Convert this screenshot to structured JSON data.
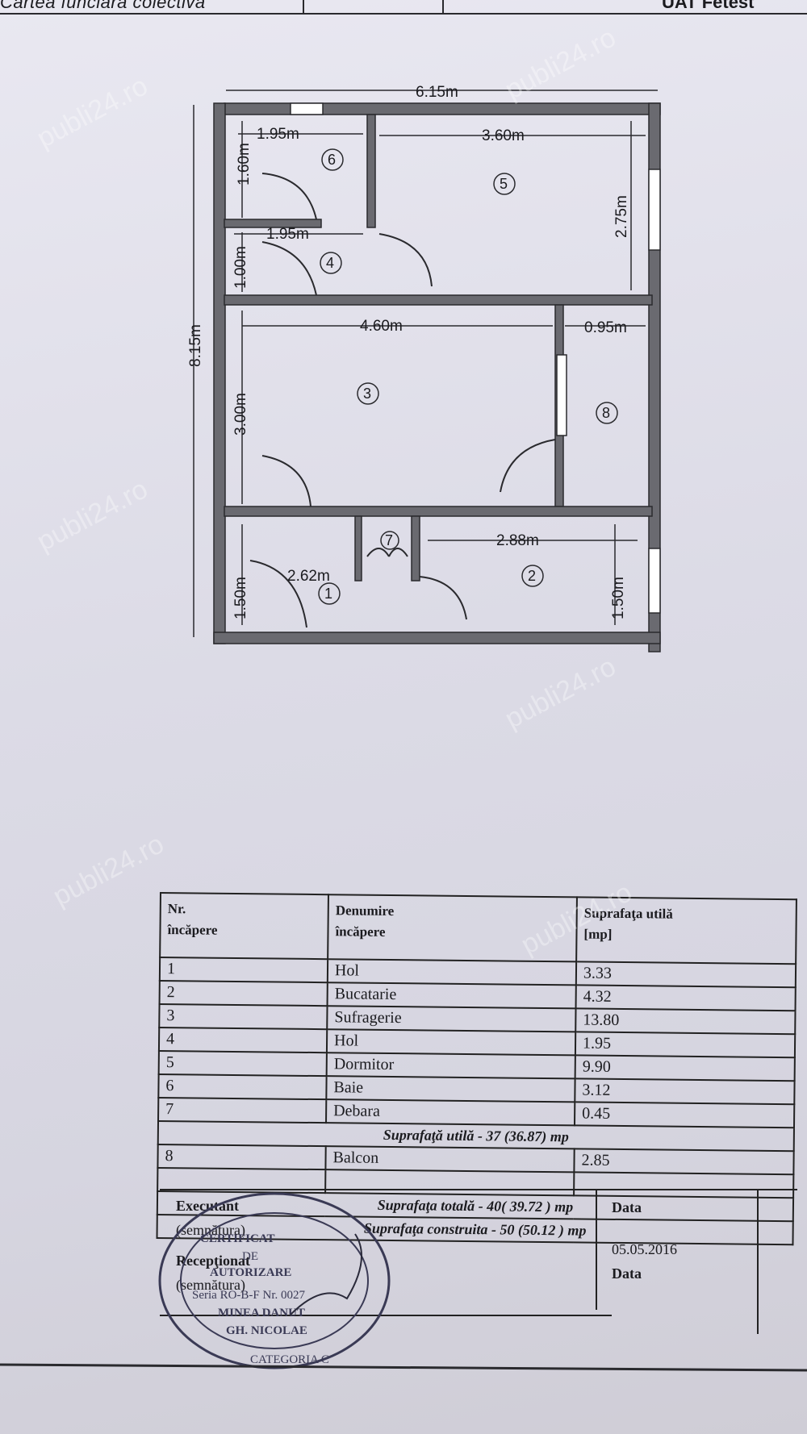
{
  "header": {
    "left_text": "Cartea funciara colectiva",
    "right_text": "UAT Fetest"
  },
  "plan": {
    "dimensions": {
      "total_width": "6.15m",
      "total_height": "8.15m",
      "room6_width": "1.95m",
      "room6_height": "1.60m",
      "room5_width": "3.60m",
      "room5_height": "2.75m",
      "room4_width": "1.95m",
      "room4_height": "1.00m",
      "room3_width": "4.60m",
      "room3_height": "3.00m",
      "room8_width": "0.95m",
      "room1_width": "2.62m",
      "room1_height": "1.50m",
      "room2_width": "2.88m",
      "room2_height": "1.50m"
    },
    "room_numbers": [
      "1",
      "2",
      "3",
      "4",
      "5",
      "6",
      "7",
      "8"
    ]
  },
  "table": {
    "headers": {
      "nr": [
        "Nr.",
        "încăpere"
      ],
      "name": [
        "Denumire",
        "încăpere"
      ],
      "area": [
        "Suprafaţa utilă",
        "[mp]"
      ]
    },
    "rows": [
      {
        "nr": "1",
        "name": "Hol",
        "area": "3.33"
      },
      {
        "nr": "2",
        "name": "Bucatarie",
        "area": "4.32"
      },
      {
        "nr": "3",
        "name": "Sufragerie",
        "area": "13.80"
      },
      {
        "nr": "4",
        "name": "Hol",
        "area": "1.95"
      },
      {
        "nr": "5",
        "name": "Dormitor",
        "area": "9.90"
      },
      {
        "nr": "6",
        "name": "Baie",
        "area": "3.12"
      },
      {
        "nr": "7",
        "name": "Debara",
        "area": "0.45"
      }
    ],
    "suprafata_utila": "Suprafaţă utilă - 37 (36.87) mp",
    "balcon_row": {
      "nr": "8",
      "name": "Balcon",
      "area": "2.85"
    },
    "suprafata_totala": "Suprafaţa totală - 40( 39.72 ) mp",
    "suprafata_construita": "Suprafaţa construita - 50 (50.12 ) mp"
  },
  "signatures": {
    "executant": "Executant",
    "executant_sub": "(semnătura)",
    "receptionat": "Recepţionat",
    "receptionat_sub": "(semnătura)",
    "data_label1": "Data",
    "data_value1": "05.05.2016",
    "data_label2": "Data"
  },
  "stamp": {
    "lines": [
      "CERTIFICAT",
      "DE",
      "AUTORIZARE",
      "Seria RO-B-F Nr. 0027",
      "MINEA DANUT",
      "GH. NICOLAE"
    ],
    "ring_text": "CATEGORIA C"
  },
  "watermark_text": "publi24.ro"
}
